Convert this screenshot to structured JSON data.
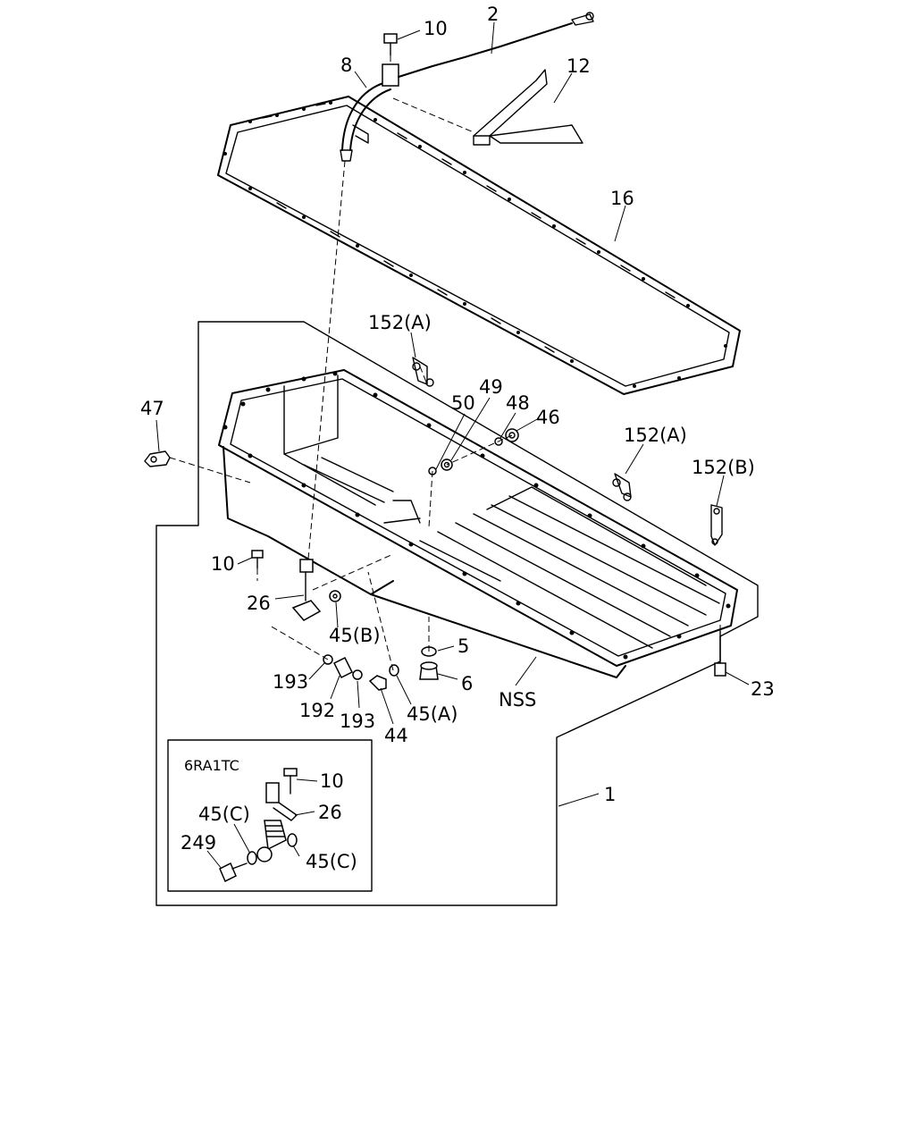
{
  "callouts": {
    "c1": "1",
    "c2": "2",
    "c5": "5",
    "c6": "6",
    "c8": "8",
    "c10a": "10",
    "c10b": "10",
    "c10c": "10",
    "c12": "12",
    "c16": "16",
    "c23": "23",
    "c26a": "26",
    "c26b": "26",
    "c44": "44",
    "c45a": "45(A)",
    "c45b": "45(B)",
    "c45c1": "45(C)",
    "c45c2": "45(C)",
    "c46": "46",
    "c47": "47",
    "c48": "48",
    "c49": "49",
    "c50": "50",
    "c152a1": "152(A)",
    "c152a2": "152(A)",
    "c152b": "152(B)",
    "c192": "192",
    "c193a": "193",
    "c193b": "193",
    "c249": "249",
    "nss": "NSS"
  },
  "inset": {
    "title": "6RA1TC"
  }
}
